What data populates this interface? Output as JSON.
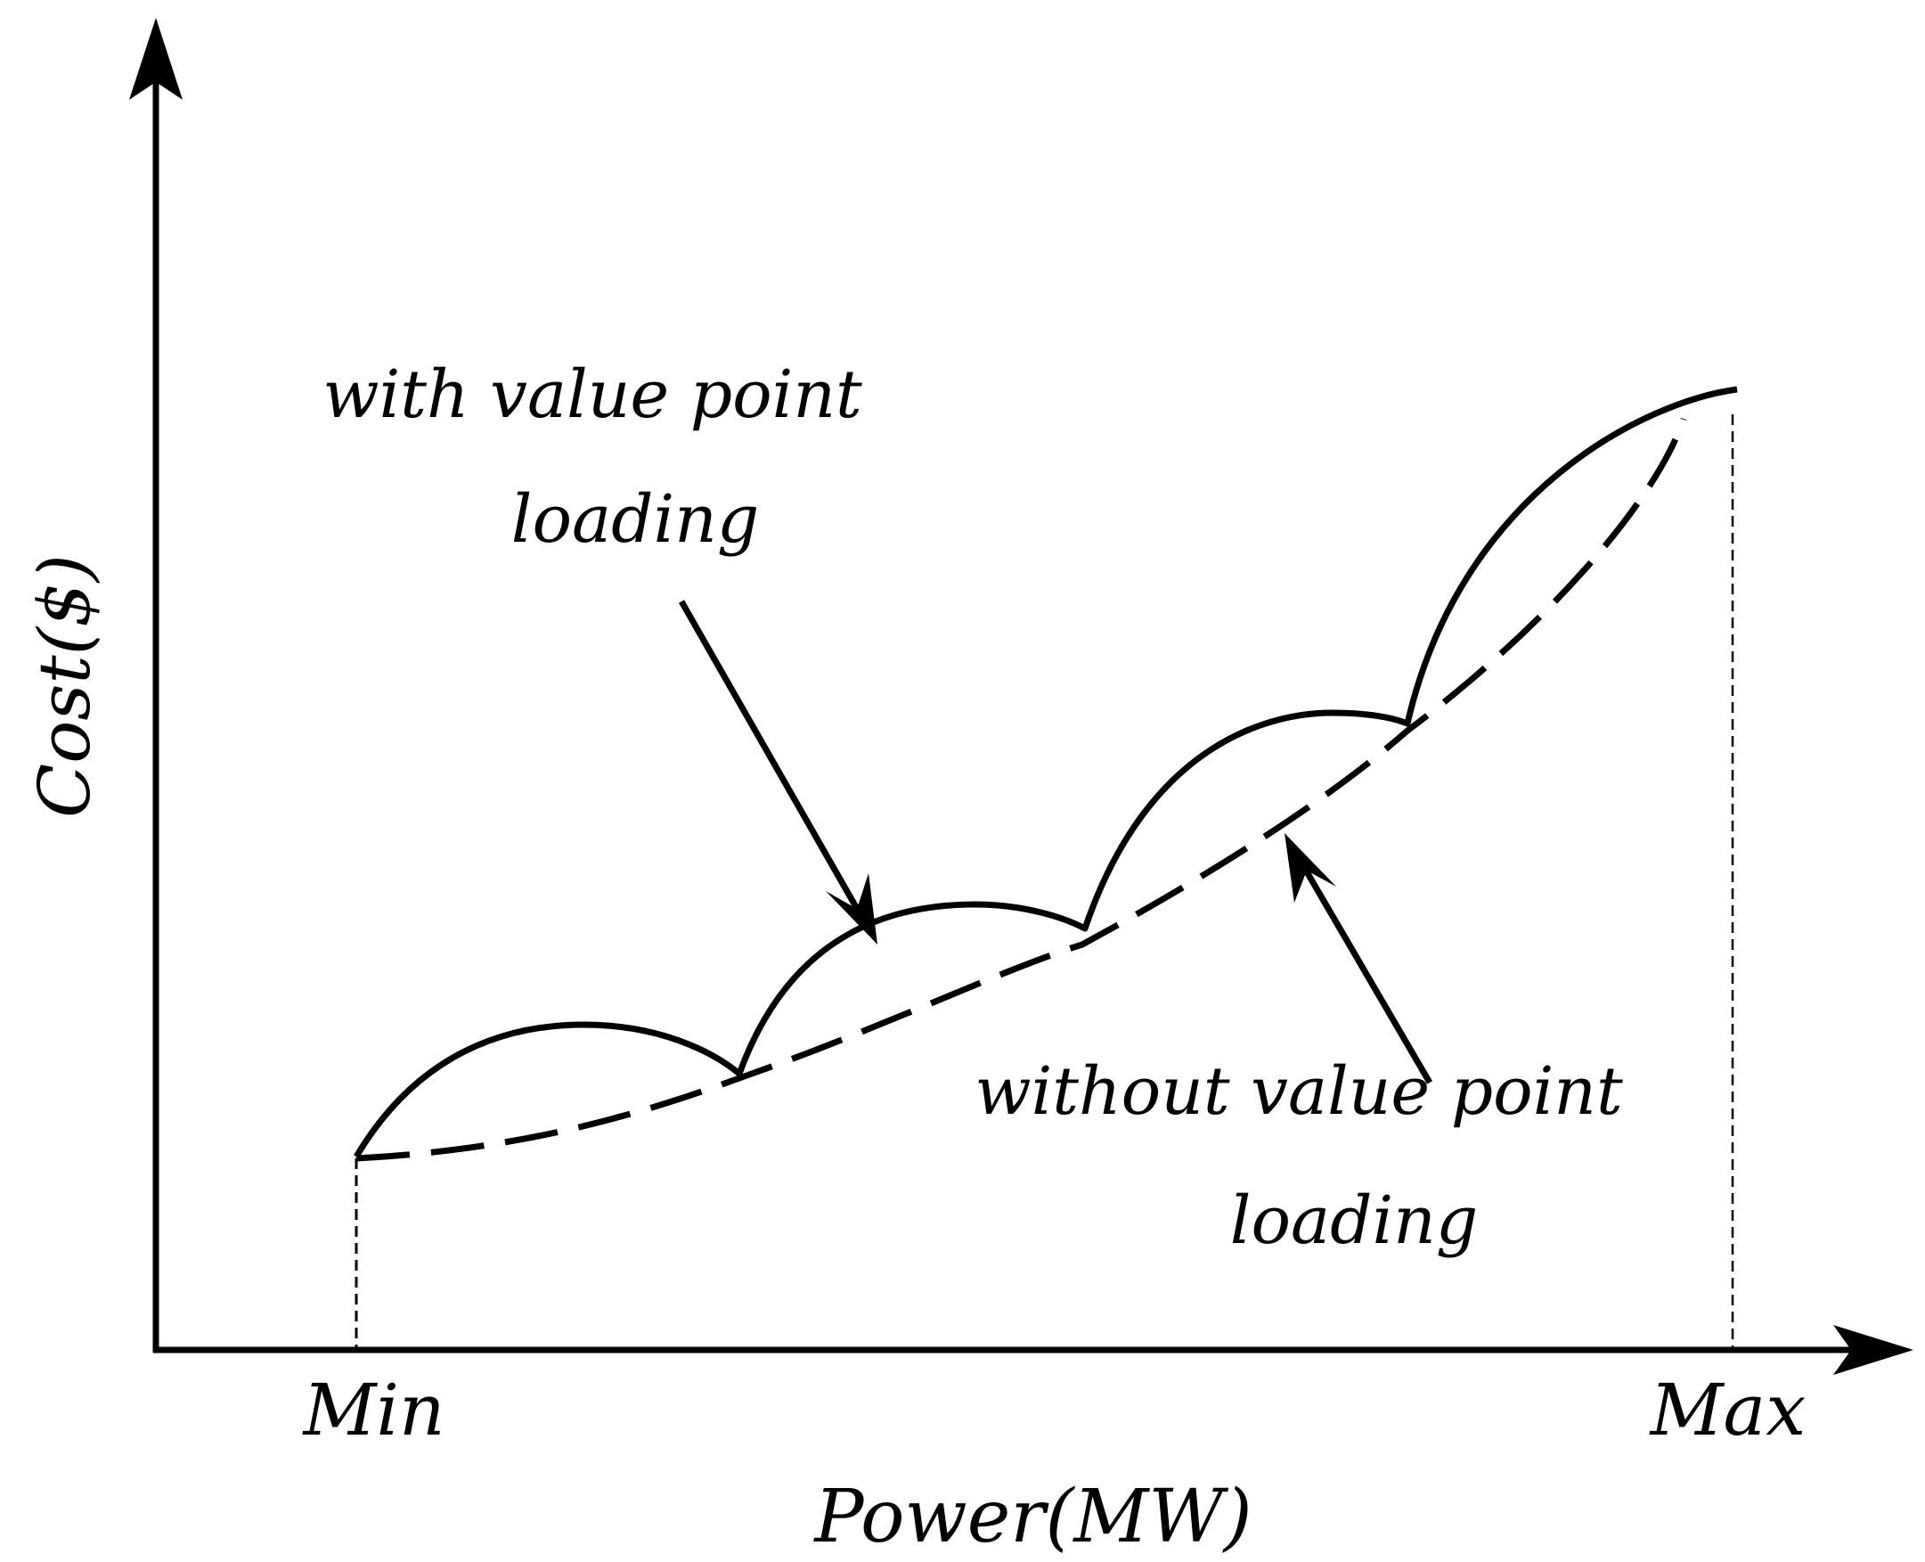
{
  "figure": {
    "x_axis": {
      "label": "Power(MW)",
      "ticks": [
        "Min",
        "Max"
      ]
    },
    "y_axis": {
      "label": "Cost($)"
    },
    "annotations": {
      "with_vpl": [
        "with value point",
        "loading"
      ],
      "without_vpl": [
        "without value point",
        "loading"
      ]
    },
    "colors": {
      "stroke": "#000000",
      "background": "#ffffff"
    }
  }
}
